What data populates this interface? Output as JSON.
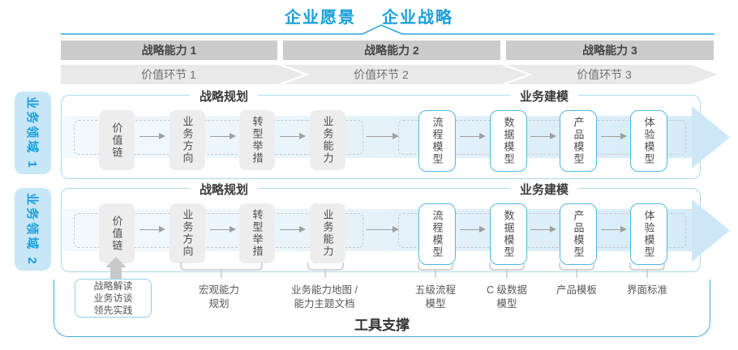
{
  "title": {
    "vision": "企业愿景",
    "strategy": "企业战略"
  },
  "capabilities": [
    "战略能力 1",
    "战略能力 2",
    "战略能力 3"
  ],
  "value_links": [
    "价值环节 1",
    "价值环节 2",
    "价值环节 3"
  ],
  "domains": [
    "业务领域 1",
    "业务领域 2"
  ],
  "rows": [
    {
      "planning_header": "战略规划",
      "modeling_header": "业务建模",
      "gray_boxes": [
        "价值链",
        "业务方向",
        "转型举措",
        "业务能力"
      ],
      "blue_boxes": [
        "流程模型",
        "数据模型",
        "产品模型",
        "体验模型"
      ]
    },
    {
      "planning_header": "战略规划",
      "modeling_header": "业务建模",
      "gray_boxes": [
        "价值链",
        "业务方向",
        "转型举措",
        "业务能力"
      ],
      "blue_boxes": [
        "流程模型",
        "数据模型",
        "产品模型",
        "体验模型"
      ]
    }
  ],
  "annotations": {
    "practice_box_lines": [
      "战略解读",
      "业务访谈",
      "领先实践"
    ],
    "notes": [
      {
        "line1": "宏观能力",
        "line2": "规划"
      },
      {
        "line1": "业务能力地图 /",
        "line2": "能力主题文档"
      },
      {
        "line1": "五级流程",
        "line2": "模型"
      },
      {
        "line1": "C 级数据",
        "line2": "模型"
      },
      {
        "line1": "产品模板",
        "line2": ""
      },
      {
        "line1": "界面标准",
        "line2": ""
      }
    ]
  },
  "footer": {
    "label": "工具支撑"
  },
  "colors": {
    "accent_blue": "#189FDA",
    "panel_border": "#A9D9EF",
    "bar_gray": "#CBCBCC",
    "chevron_gray": "#E9E9EA",
    "gray_box": "#EDEDED",
    "blue_box_border": "#4FB8E2",
    "arrow_gray": "#9E9E9E",
    "container_border": "#45AADB"
  }
}
